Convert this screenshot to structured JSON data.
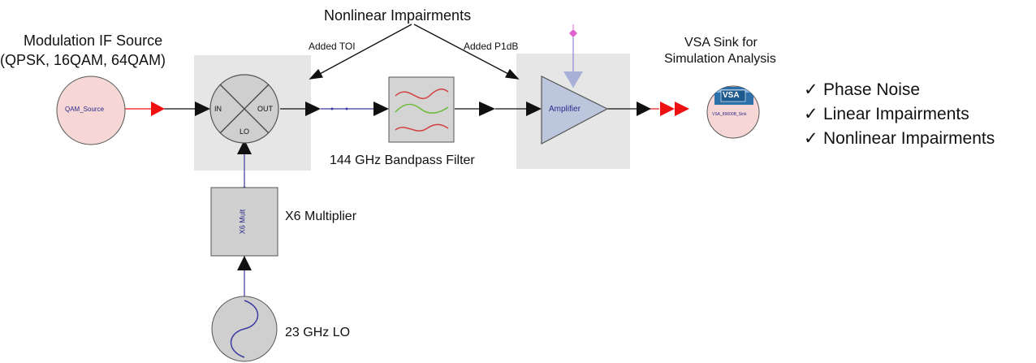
{
  "heading": "Nonlinear Impairments",
  "annotations": {
    "toi": "Added TOI",
    "p1db": "Added P1dB"
  },
  "source": {
    "caption_line1": "Modulation IF Source",
    "caption_line2": "(QPSK, 16QAM, 64QAM)",
    "block_label": "QAM_Source"
  },
  "mixer": {
    "port_in": "IN",
    "port_out": "OUT",
    "port_lo": "LO"
  },
  "filter": {
    "caption": "144 GHz Bandpass Filter"
  },
  "amplifier": {
    "block_label": "Amplifier"
  },
  "sink": {
    "caption_line1": "VSA Sink for",
    "caption_line2": "Simulation Analysis",
    "logo_text": "VSA",
    "block_label": "VSA_89600B_Sink"
  },
  "multiplier": {
    "block_label": "X6 Mult",
    "caption": "X6 Multiplier"
  },
  "lo": {
    "caption": "23 GHz LO"
  },
  "features": {
    "check_symbol": "✓",
    "items": [
      "Phase Noise",
      "Linear Impairments",
      "Nonlinear Impairments"
    ]
  },
  "colors": {
    "block_bg": "#e6e6e6",
    "component_gray": "#cfcfcf",
    "source_fill": "#f7d6d6",
    "wire_blue": "#3a3aa0",
    "arrow_red": "#ee1111",
    "arrow_black": "#111111",
    "filter_red": "#d24040",
    "filter_green": "#6dbb3a",
    "amp_fill": "#bcc6dc",
    "probe_pink": "#e060d0"
  }
}
